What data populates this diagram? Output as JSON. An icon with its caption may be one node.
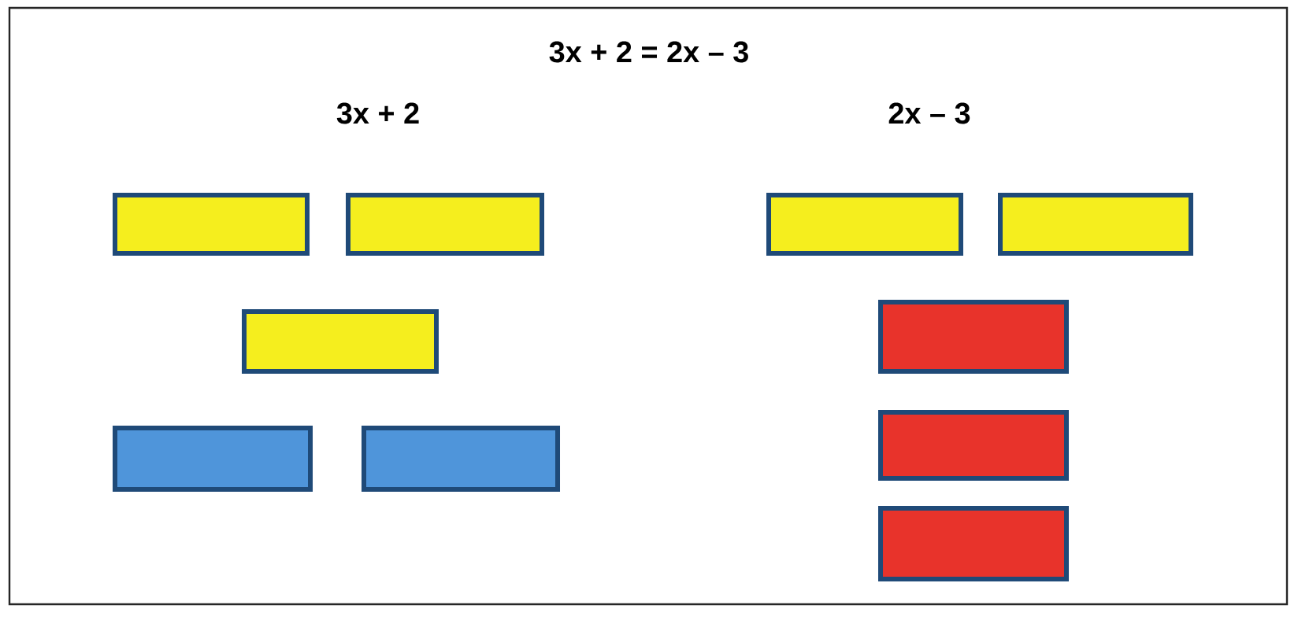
{
  "diagram": {
    "title": "3x + 2 = 2x – 3",
    "labels": [
      "3x + 2",
      "2x – 3"
    ],
    "nodes": [
      {
        "text": [],
        "shape": "bar"
      },
      {
        "text": [],
        "shape": "bar"
      },
      {
        "text": [],
        "shape": "bar"
      },
      {
        "text": [],
        "shape": "bar"
      },
      {
        "text": [],
        "shape": "bar"
      },
      {
        "text": [],
        "shape": "bar"
      },
      {
        "text": [],
        "shape": "bar"
      },
      {
        "text": [],
        "shape": "bar"
      },
      {
        "text": [],
        "shape": "bar"
      },
      {
        "text": [],
        "shape": "bar"
      }
    ]
  }
}
